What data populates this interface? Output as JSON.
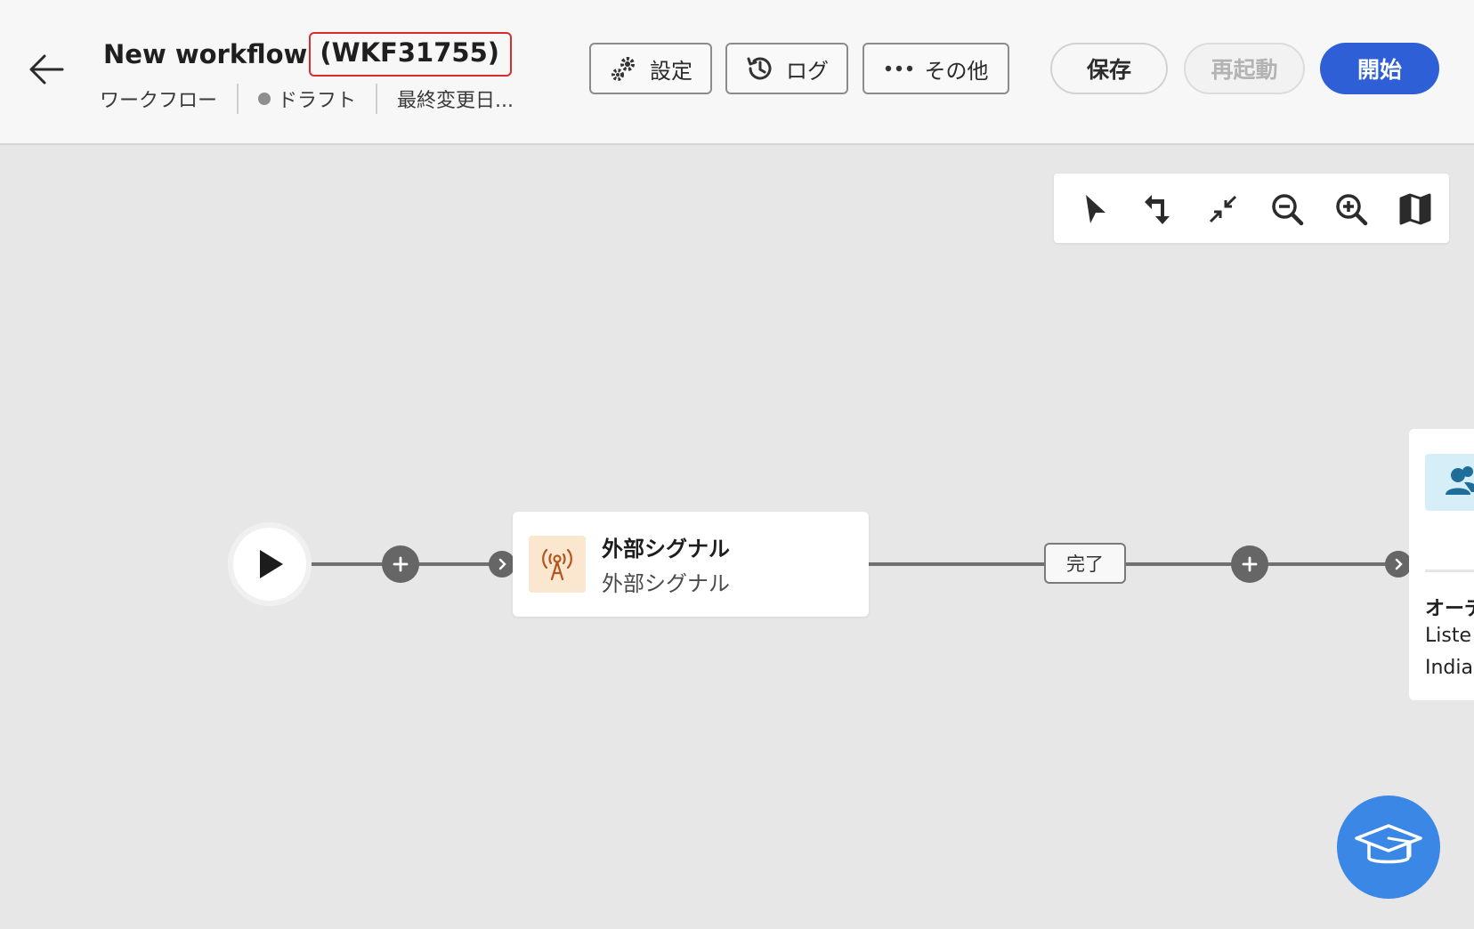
{
  "header": {
    "back_icon": "arrow-left-icon",
    "title": "New workflow",
    "title_id": "(WKF31755)",
    "breadcrumb": {
      "type": "ワークフロー",
      "status": "ドラフト",
      "modified": "最終変更日..."
    }
  },
  "toolbar": {
    "settings_label": "設定",
    "settings_icon": "gears-icon",
    "log_label": "ログ",
    "log_icon": "history-icon",
    "more_label": "その他",
    "more_icon": "more-dots-icon",
    "save_label": "保存",
    "restart_label": "再起動",
    "start_label": "開始"
  },
  "canvas_tools": [
    {
      "name": "select-tool",
      "icon": "pointer-icon"
    },
    {
      "name": "auto-arrange-tool",
      "icon": "arrange-arrows-icon"
    },
    {
      "name": "fit-to-screen-tool",
      "icon": "collapse-icon"
    },
    {
      "name": "zoom-out-tool",
      "icon": "zoom-out-icon"
    },
    {
      "name": "zoom-in-tool",
      "icon": "zoom-in-icon"
    },
    {
      "name": "minimap-tool",
      "icon": "map-icon"
    }
  ],
  "workflow": {
    "activity": {
      "title": "外部シグナル",
      "subtitle": "外部シグナル",
      "icon": "broadcast-antenna-icon"
    },
    "transition_label": "完了",
    "next_activity": {
      "title_partial": "オーデ",
      "line1": "Liste",
      "line2": "India",
      "icon": "audience-icon"
    }
  },
  "help": {
    "icon": "graduation-cap-icon"
  },
  "colors": {
    "primary_button": "#2e5fd7",
    "highlight_border": "#d92c2c",
    "fab": "#3b87e6",
    "signal_bg": "#fbe6cf",
    "audience_bg": "#d5eef8"
  }
}
